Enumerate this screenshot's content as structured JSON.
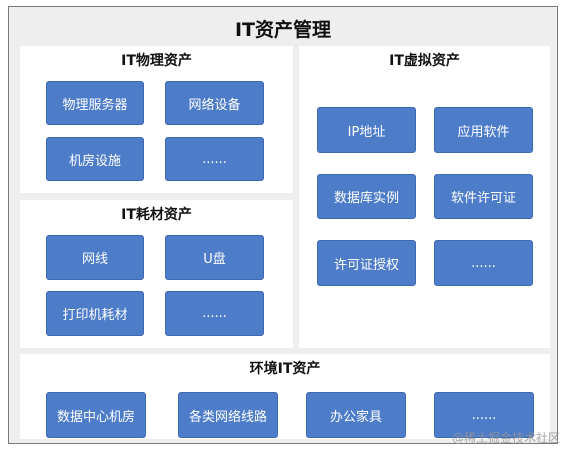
{
  "title": "IT资产管理",
  "sections": {
    "physical": {
      "title": "IT物理资产",
      "items": [
        "物理服务器",
        "网络设备",
        "机房设施",
        "......"
      ]
    },
    "consumable": {
      "title": "IT耗材资产",
      "items": [
        "网线",
        "U盘",
        "打印机耗材",
        "......"
      ]
    },
    "virtual": {
      "title": "IT虚拟资产",
      "items": [
        "IP地址",
        "应用软件",
        "数据库实例",
        "软件许可证",
        "许可证授权",
        "......"
      ]
    },
    "environment": {
      "title": "环境IT资产",
      "items": [
        "数据中心机房",
        "各类网络线路",
        "办公家具",
        "......"
      ]
    }
  },
  "watermark": "@稀土掘金技术社区"
}
